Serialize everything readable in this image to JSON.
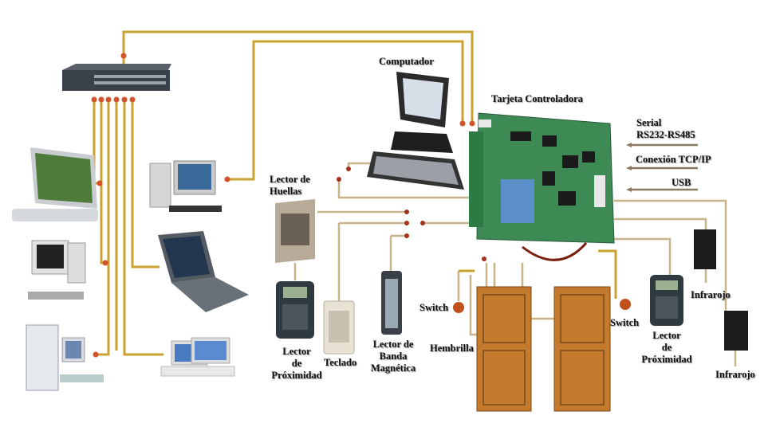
{
  "title": "Sistema de control de acceso",
  "labels": {
    "computer": "Computador",
    "controller": "Tarjeta Controladora",
    "serial_1": "Serial",
    "serial_2": "RS232-RS485",
    "tcp": "Conexión TCP/IP",
    "usb": "USB",
    "fingerprint_1": "Lector de",
    "fingerprint_2": "Huellas",
    "prox_left_1": "Lector",
    "prox_left_2": "de",
    "prox_left_3": "Próximidad",
    "keypad": "Teclado",
    "magstripe_1": "Lector de",
    "magstripe_2": "Banda",
    "magstripe_3": "Magnética",
    "switch_left": "Switch",
    "strike": "Hembrilla",
    "switch_right": "Switch",
    "prox_right_1": "Lector",
    "prox_right_2": "de",
    "prox_right_3": "Próximidad",
    "infrared_1": "Infrarojo",
    "infrared_2": "Infrarojo"
  },
  "colors": {
    "wire_gold": "#c9a232",
    "wire_tan": "#c8b48a",
    "node_red": "#c0391b",
    "board_green": "#3d8a55",
    "door_wood": "#c47a2c"
  }
}
